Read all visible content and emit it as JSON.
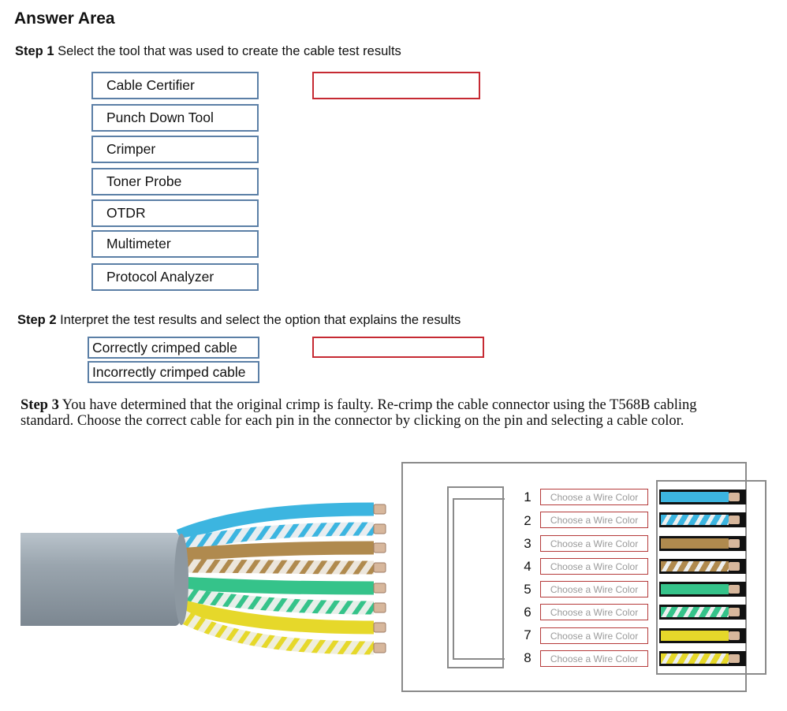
{
  "title": "Answer Area",
  "step1": {
    "label": "Step 1",
    "text": " Select the tool that was used to create the cable test results",
    "options": [
      "Cable Certifier",
      "Punch Down Tool",
      "Crimper",
      "Toner Probe",
      "OTDR",
      "Multimeter",
      "Protocol Analyzer"
    ]
  },
  "step2": {
    "label": "Step 2",
    "text": " Interpret the test results and select the option that explains the results",
    "options": [
      "Correctly crimped cable",
      "Incorrectly crimped cable"
    ]
  },
  "step3": {
    "label": "Step 3",
    "text": " You have determined that the original crimp is faulty. Re-crimp the cable connector using the T568B cabling standard. Choose the correct cable for each pin in the connector by clicking on the pin and selecting a cable color."
  },
  "pins": [
    {
      "number": "1",
      "placeholder": "Choose a Wire Color"
    },
    {
      "number": "2",
      "placeholder": "Choose a Wire Color"
    },
    {
      "number": "3",
      "placeholder": "Choose a Wire Color"
    },
    {
      "number": "4",
      "placeholder": "Choose a Wire Color"
    },
    {
      "number": "5",
      "placeholder": "Choose a Wire Color"
    },
    {
      "number": "6",
      "placeholder": "Choose a Wire Color"
    },
    {
      "number": "7",
      "placeholder": "Choose a Wire Color"
    },
    {
      "number": "8",
      "placeholder": "Choose a Wire Color"
    }
  ],
  "colors": {
    "option_border": "#5b7fa6",
    "target_border": "#c62a33",
    "wire_colors": [
      "#3cb5e0",
      "#3cb5e0",
      "#b08a4e",
      "#b08a4e",
      "#35c38a",
      "#35c38a",
      "#e6d82a",
      "#e6d82a"
    ],
    "wire_striped": [
      false,
      true,
      false,
      true,
      false,
      true,
      false,
      true
    ]
  }
}
